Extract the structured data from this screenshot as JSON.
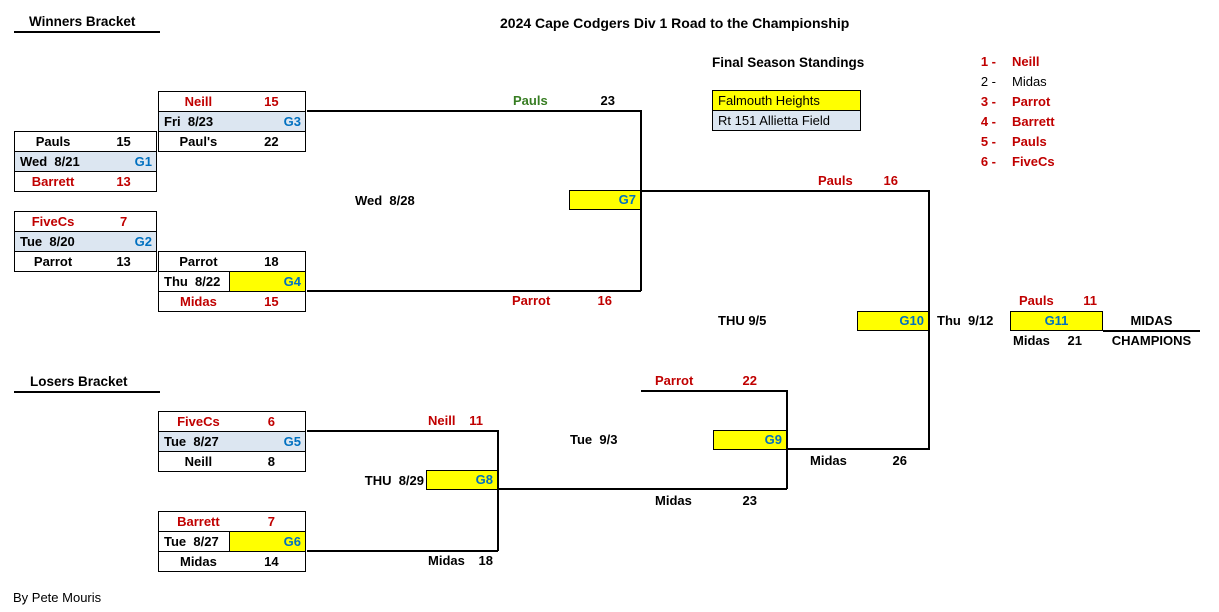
{
  "page": {
    "title": "2024 Cape Codgers Div 1 Road to the Championship",
    "winners_bracket_label": "Winners Bracket",
    "losers_bracket_label": "Losers Bracket",
    "credit": "By Pete Mouris"
  },
  "palette": {
    "loser_red": "#C00000",
    "game_number_blue": "#0070C0",
    "winner_green": "#377D22",
    "highlight_yellow": "#FFFF00",
    "date_row_blue": "#DCE6F1",
    "text_black": "#000000"
  },
  "standings": {
    "title": "Final Season Standings",
    "venue": {
      "name": "Falmouth Heights",
      "field": "Rt 151 Allietta Field"
    },
    "rows": [
      {
        "rank": "1 -",
        "team": "Neill",
        "color": "#C00000"
      },
      {
        "rank": "2 -",
        "team": "Midas",
        "color": "#000000"
      },
      {
        "rank": "3 -",
        "team": "Parrot",
        "color": "#C00000"
      },
      {
        "rank": "4 -",
        "team": "Barrett",
        "color": "#C00000"
      },
      {
        "rank": "5 -",
        "team": "Pauls",
        "color": "#C00000"
      },
      {
        "rank": "6 -",
        "team": "FiveCs",
        "color": "#C00000"
      }
    ]
  },
  "games": {
    "g1": {
      "label": "G1",
      "date": "Wed  8/21",
      "top": {
        "team": "Pauls",
        "score": "15",
        "color": "#000000"
      },
      "bottom": {
        "team": "Barrett",
        "score": "13",
        "color": "#C00000"
      }
    },
    "g2": {
      "label": "G2",
      "date": "Tue  8/20",
      "top": {
        "team": "FiveCs",
        "score": "7",
        "color": "#C00000"
      },
      "bottom": {
        "team": "Parrot",
        "score": "13",
        "color": "#000000"
      }
    },
    "g3": {
      "label": "G3",
      "date": "Fri  8/23",
      "top": {
        "team": "Neill",
        "score": "15",
        "color": "#C00000"
      },
      "bottom": {
        "team": "Paul's",
        "score": "22",
        "color": "#000000"
      }
    },
    "g4": {
      "label": "G4",
      "date": "Thu  8/22",
      "top": {
        "team": "Parrot",
        "score": "18",
        "color": "#000000"
      },
      "bottom": {
        "team": "Midas",
        "score": "15",
        "color": "#C00000"
      }
    },
    "g5": {
      "label": "G5",
      "date": "Tue  8/27",
      "top": {
        "team": "FiveCs",
        "score": "6",
        "color": "#C00000"
      },
      "bottom": {
        "team": "Neill",
        "score": "8",
        "color": "#000000"
      }
    },
    "g6": {
      "label": "G6",
      "date": "Tue  8/27",
      "top": {
        "team": "Barrett",
        "score": "7",
        "color": "#C00000"
      },
      "bottom": {
        "team": "Midas",
        "score": "14",
        "color": "#000000"
      }
    },
    "g7": {
      "label": "G7",
      "date": "Wed  8/28"
    },
    "g8": {
      "label": "G8",
      "date": "THU  8/29"
    },
    "g9": {
      "label": "G9",
      "date": "Tue  9/3"
    },
    "g10": {
      "label": "G10",
      "date": "THU 9/5"
    },
    "g11": {
      "label": "G11",
      "date": "Thu  9/12"
    }
  },
  "advancers": {
    "g7_top": {
      "team": "Pauls",
      "score": "23",
      "team_color": "#377D22",
      "score_color": "#000000"
    },
    "g7_bottom": {
      "team": "Parrot",
      "score": "16",
      "team_color": "#C00000",
      "score_color": "#C00000"
    },
    "g8_top": {
      "team": "Neill",
      "score": "11",
      "team_color": "#C00000",
      "score_color": "#C00000"
    },
    "g8_bottom": {
      "team": "Midas",
      "score": "18",
      "team_color": "#000000",
      "score_color": "#000000"
    },
    "g9_top": {
      "team": "Parrot",
      "score": "22",
      "team_color": "#C00000",
      "score_color": "#C00000"
    },
    "g9_bottom": {
      "team": "Midas",
      "score": "23",
      "team_color": "#000000",
      "score_color": "#000000"
    },
    "g10_top": {
      "team": "Pauls",
      "score": "16",
      "team_color": "#C00000",
      "score_color": "#C00000"
    },
    "g10_bottom": {
      "team": "Midas",
      "score": "26",
      "team_color": "#000000",
      "score_color": "#000000"
    },
    "g11_top": {
      "team": "Pauls",
      "score": "11",
      "team_color": "#C00000",
      "score_color": "#C00000"
    },
    "g11_bottom": {
      "team": "Midas",
      "score": "21",
      "team_color": "#000000",
      "score_color": "#000000"
    }
  },
  "champion": {
    "team": "MIDAS",
    "caption": "CHAMPIONS"
  }
}
